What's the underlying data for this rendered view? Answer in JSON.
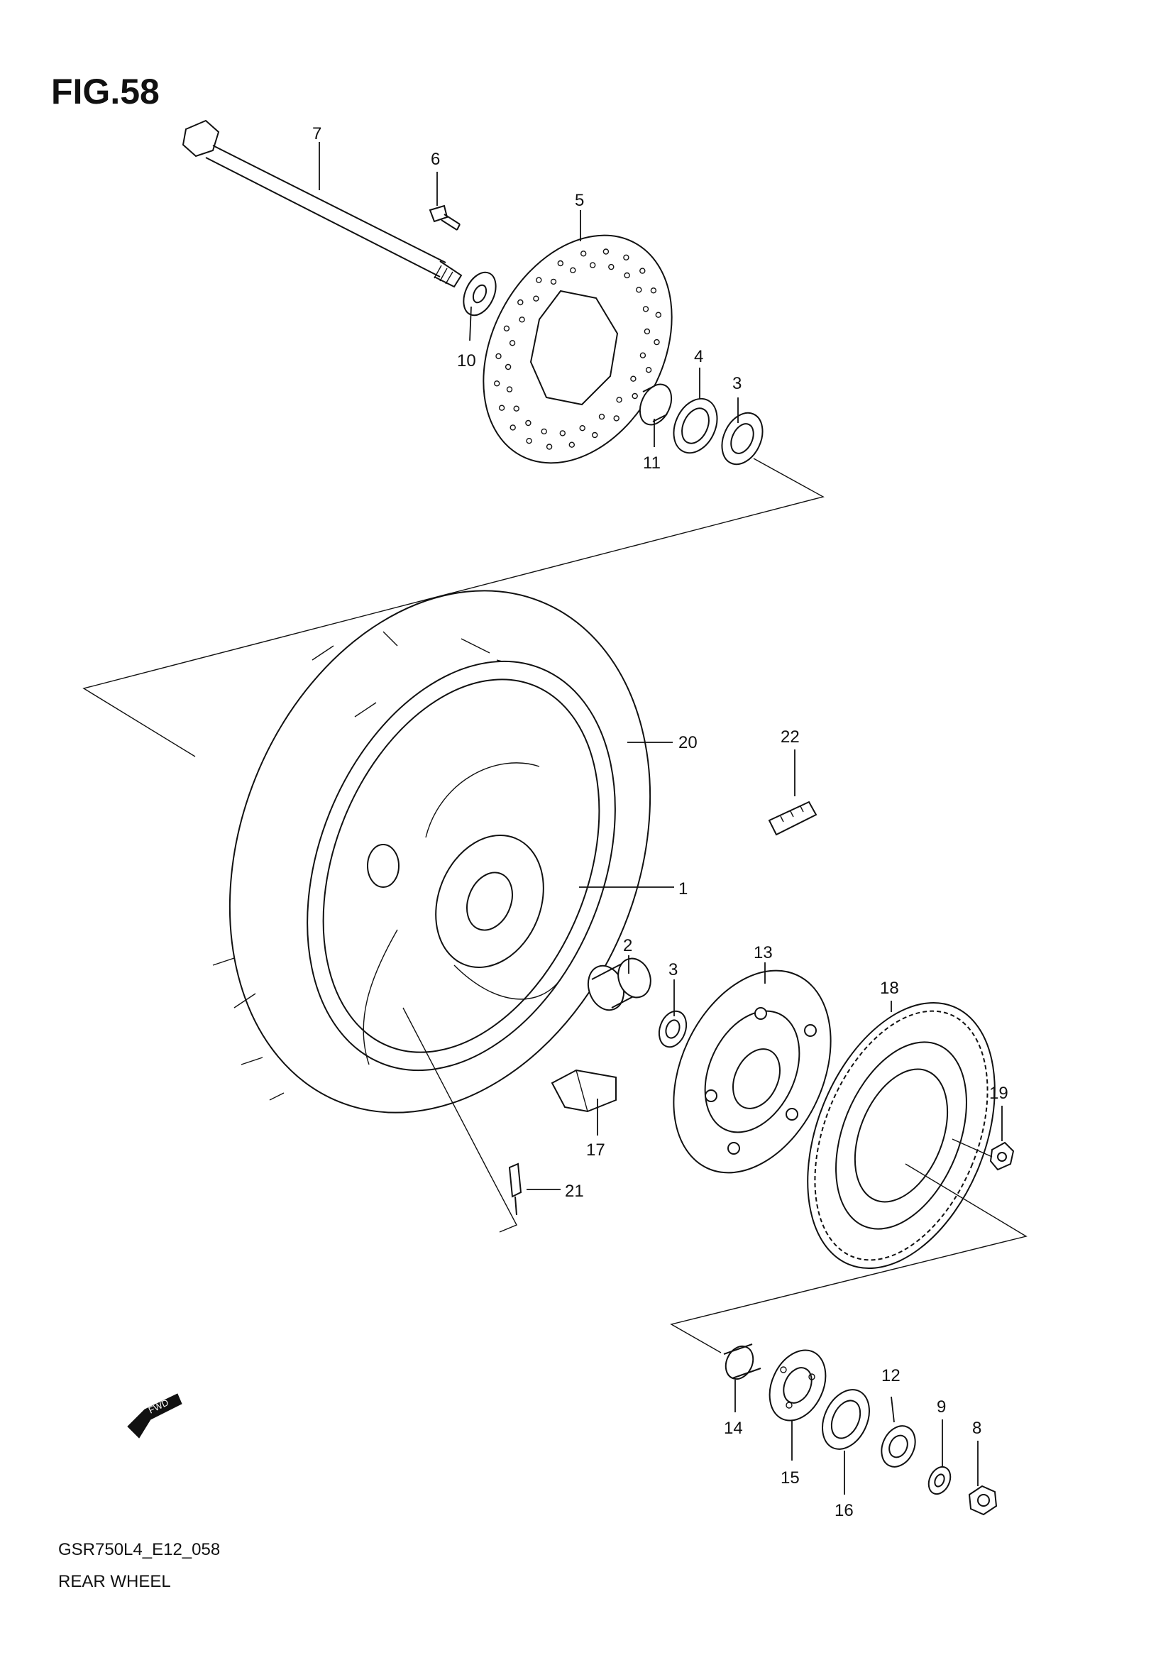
{
  "figure": {
    "title": "FIG.58",
    "model_code": "GSR750L4_E12_058",
    "section_name": "REAR WHEEL",
    "direction_badge": "FWD"
  },
  "callouts": [
    "1",
    "2",
    "3",
    "3",
    "4",
    "5",
    "6",
    "7",
    "8",
    "9",
    "10",
    "11",
    "12",
    "13",
    "14",
    "15",
    "16",
    "17",
    "18",
    "19",
    "20",
    "21",
    "22"
  ],
  "colors": {
    "line": "#111111",
    "background": "#ffffff"
  }
}
